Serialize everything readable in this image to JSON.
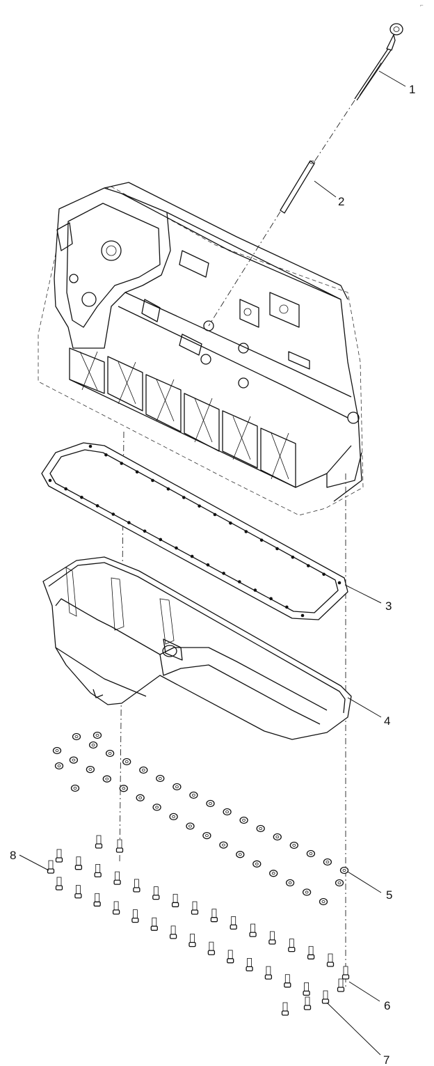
{
  "corner_mark": "⌐",
  "callouts": [
    {
      "id": "1",
      "label": "1",
      "part": "dipstick"
    },
    {
      "id": "2",
      "label": "2",
      "part": "dipstick-tube"
    },
    {
      "id": "3",
      "label": "3",
      "part": "oil-pan-gasket"
    },
    {
      "id": "4",
      "label": "4",
      "part": "oil-pan"
    },
    {
      "id": "5",
      "label": "5",
      "part": "washer"
    },
    {
      "id": "6",
      "label": "6",
      "part": "bolt-long"
    },
    {
      "id": "7",
      "label": "7",
      "part": "bolt-short"
    },
    {
      "id": "8",
      "label": "8",
      "part": "bolt-end"
    }
  ]
}
